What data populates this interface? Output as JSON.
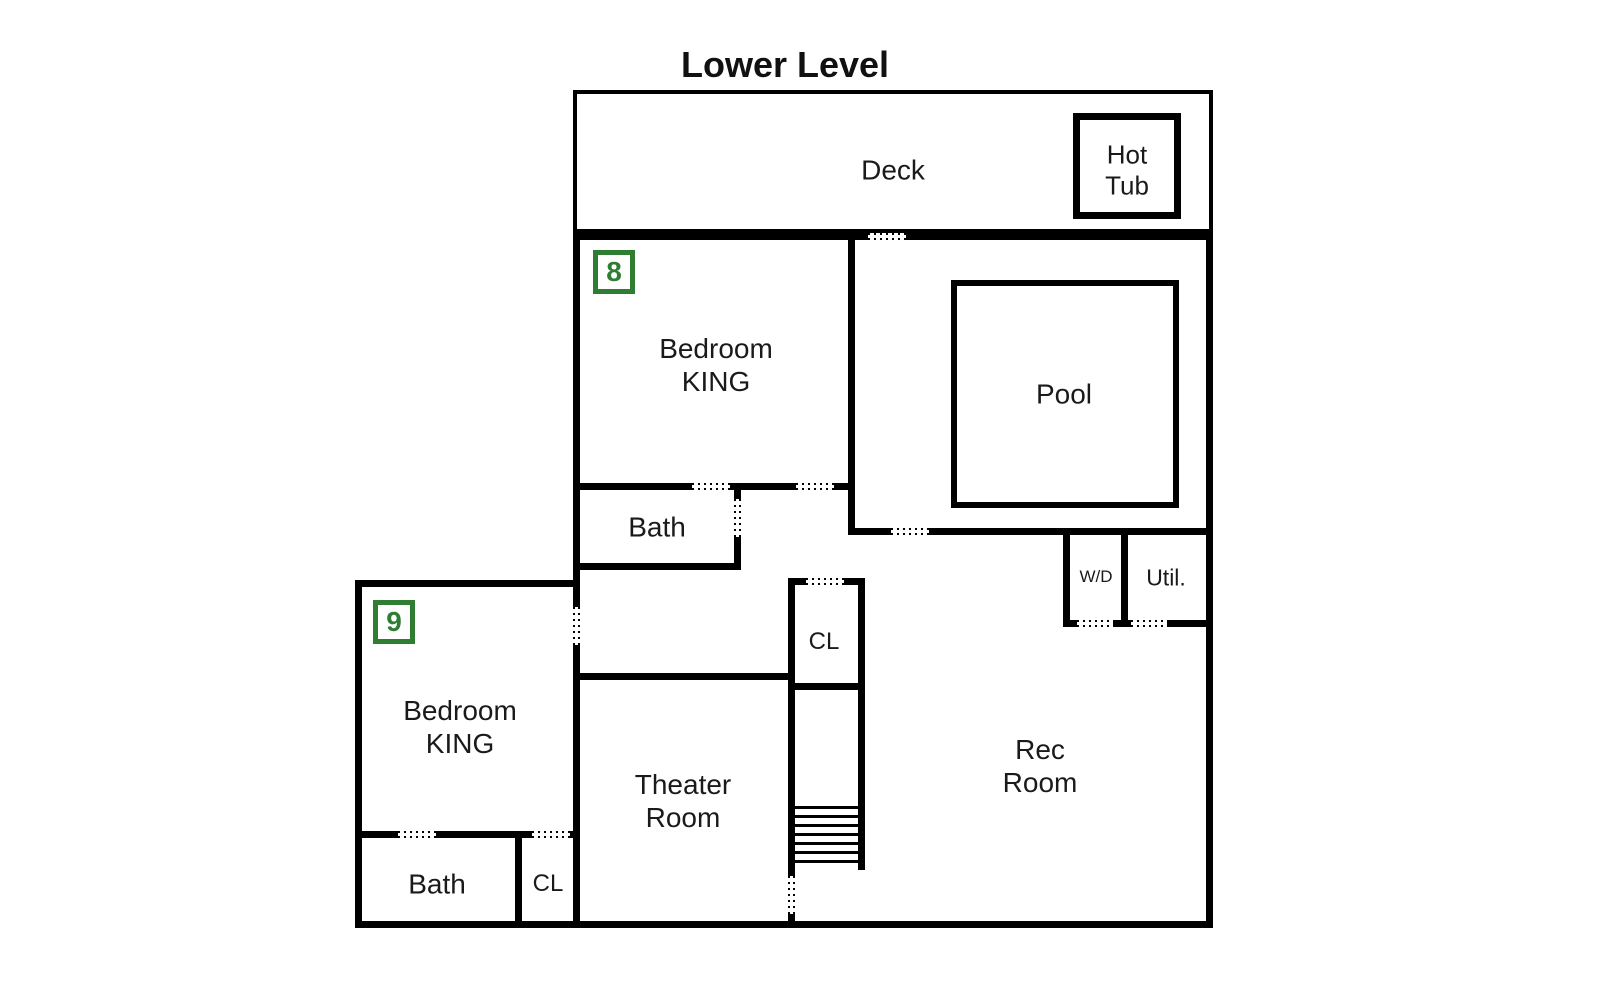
{
  "title": "Lower Level",
  "colors": {
    "wall": "#000000",
    "badge_green": "#2e7d32",
    "background": "#ffffff"
  },
  "areas": {
    "deck": {
      "label": "Deck"
    },
    "hot_tub": {
      "label": "Hot Tub"
    },
    "pool": {
      "label": "Pool"
    },
    "bedroom8": {
      "number": "8",
      "name": "Bedroom\nKING"
    },
    "bath_upper": {
      "label": "Bath"
    },
    "closet_upper": {
      "label": "CL"
    },
    "theater": {
      "name": "Theater\nRoom"
    },
    "rec_room": {
      "name": "Rec\nRoom"
    },
    "washer_dryer": {
      "label": "W/D"
    },
    "utility": {
      "label": "Util."
    },
    "bedroom9": {
      "number": "9",
      "name": "Bedroom\nKING"
    },
    "bath_lower": {
      "label": "Bath"
    },
    "closet_lower": {
      "label": "CL"
    }
  }
}
